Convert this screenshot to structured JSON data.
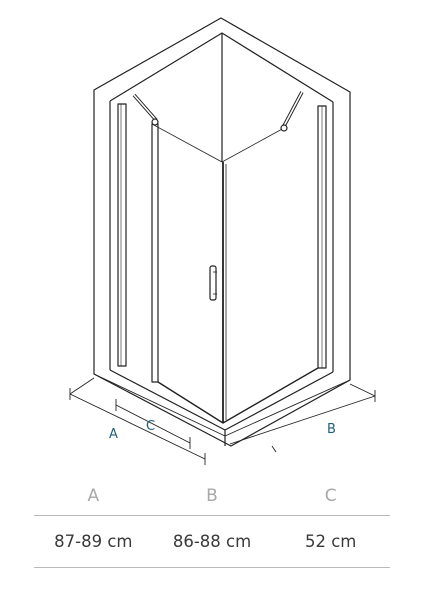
{
  "diagram": {
    "dimension_labels": {
      "a": "A",
      "b": "B",
      "c": "C"
    },
    "colors": {
      "outline": "#222222",
      "label": "#1f5f78",
      "wall_fill": "#ffffff"
    }
  },
  "table": {
    "headers": [
      "A",
      "B",
      "C"
    ],
    "values": [
      "87-89 cm",
      "86-88 cm",
      "52 cm"
    ]
  }
}
